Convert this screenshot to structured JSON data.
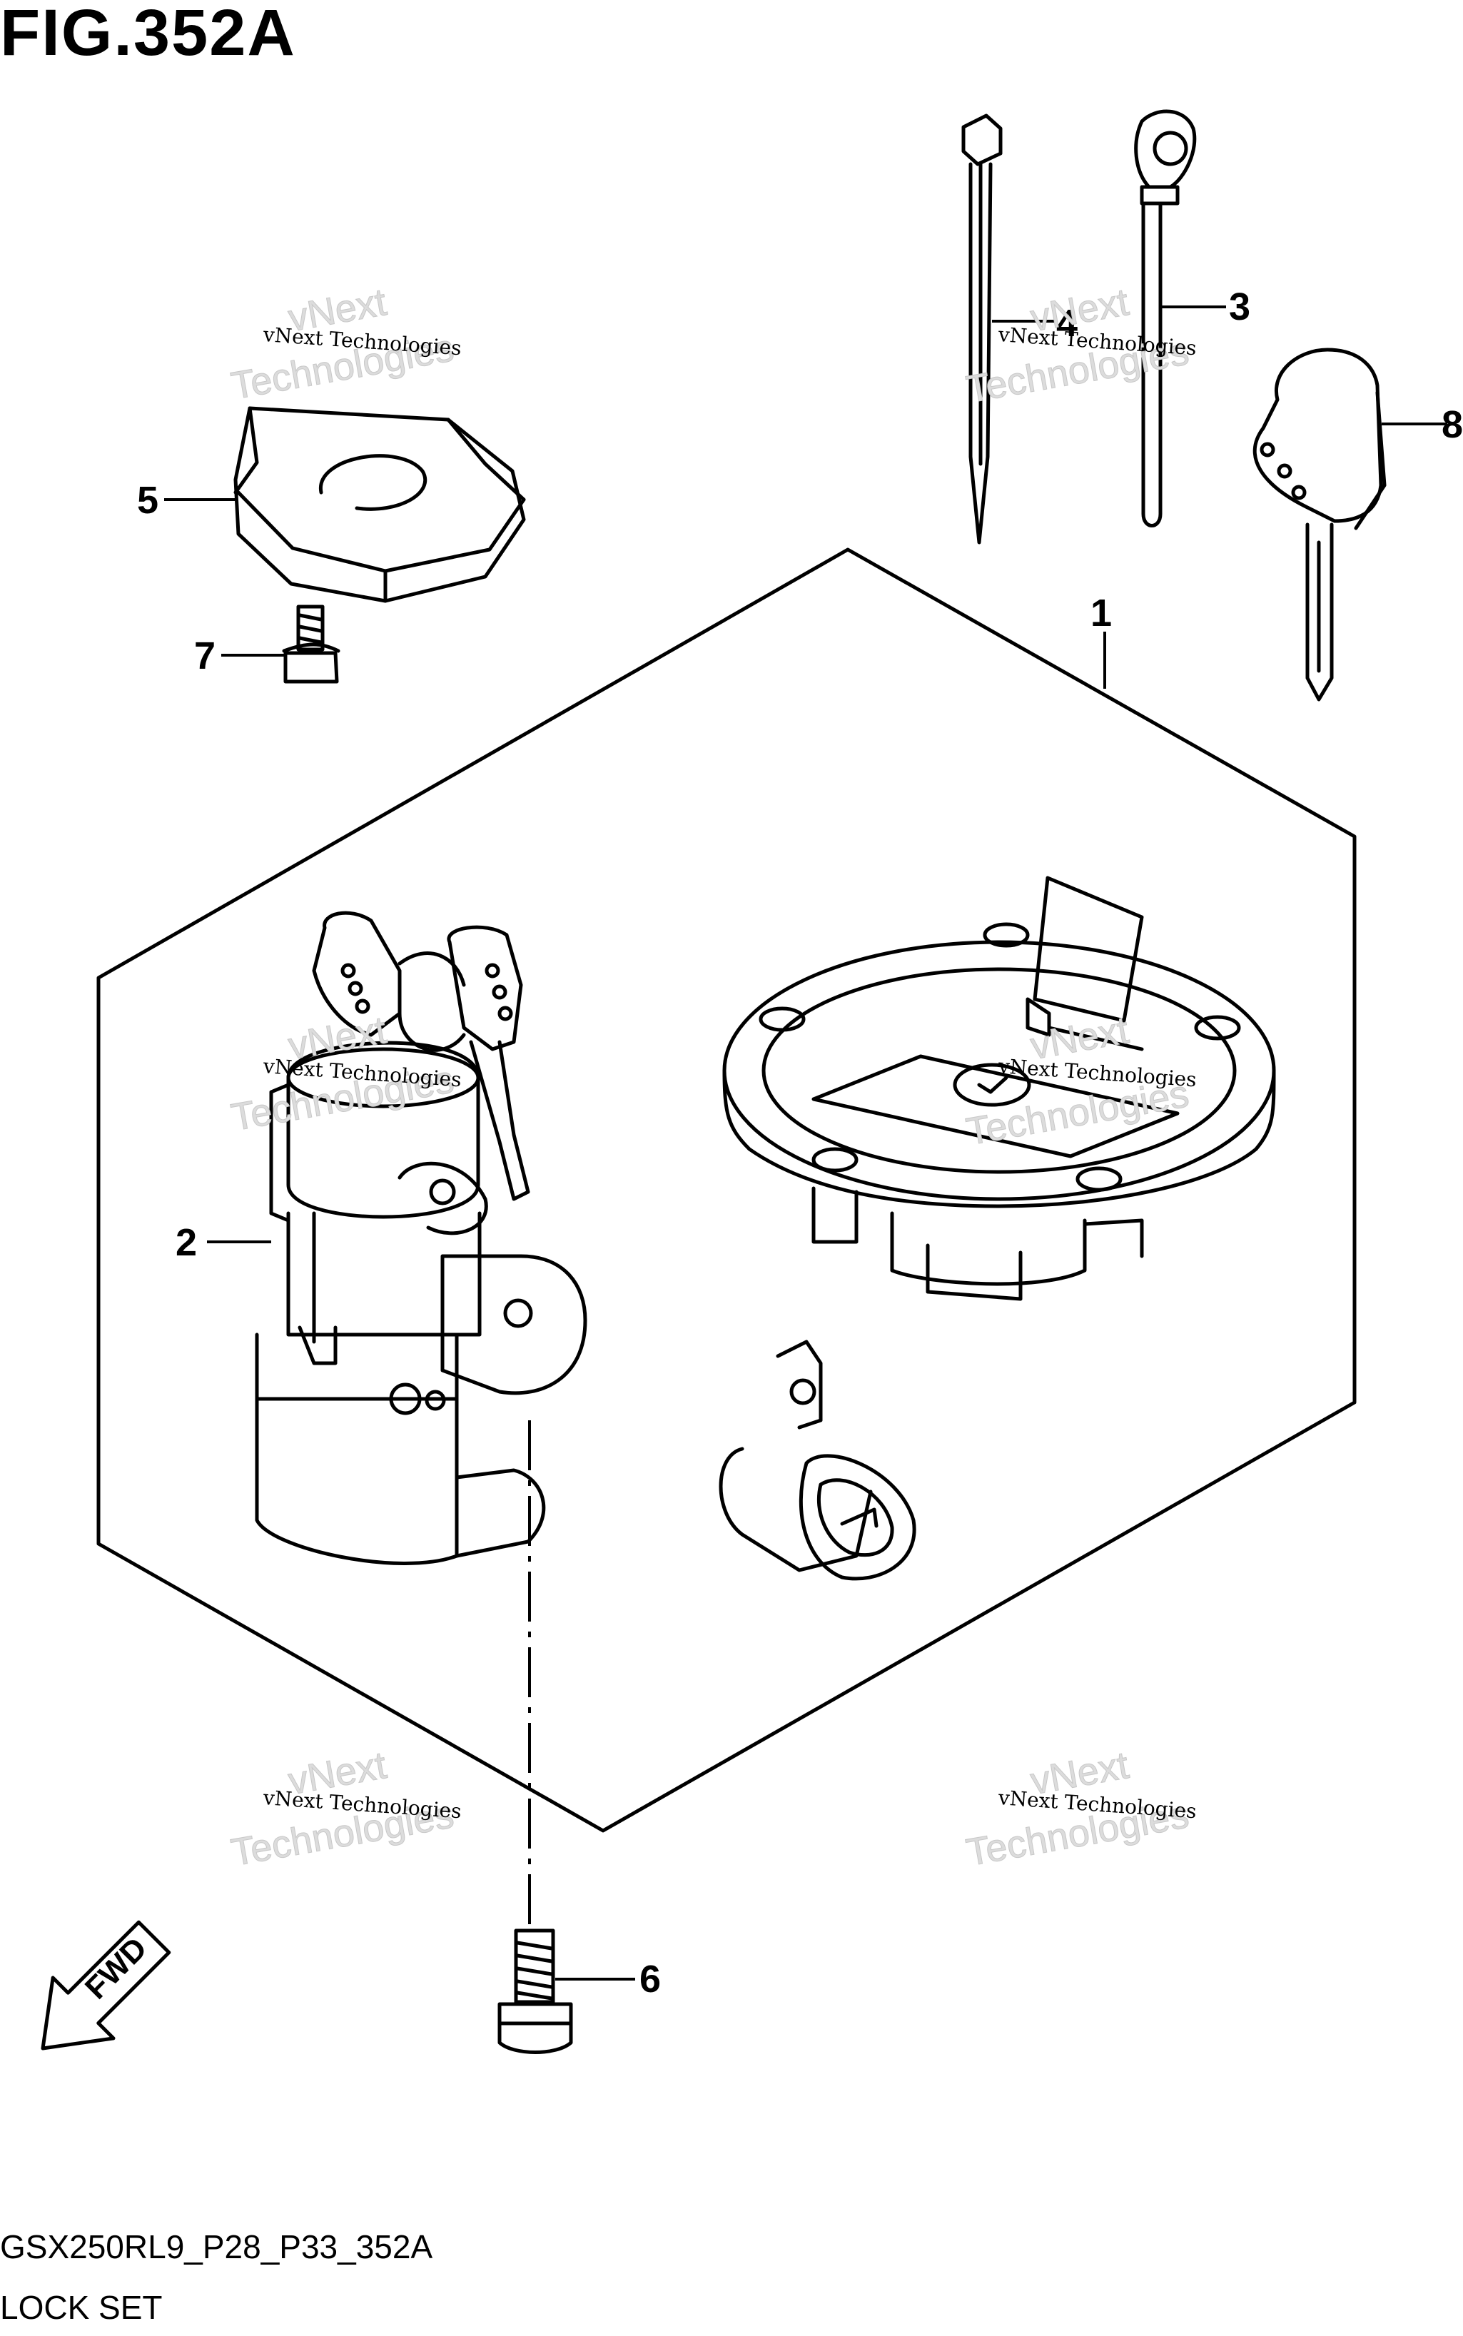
{
  "figure": {
    "title": "FIG.352A",
    "code": "GSX250RL9_P28_P33_352A",
    "name": "LOCK SET"
  },
  "callouts": [
    "1",
    "2",
    "3",
    "4",
    "5",
    "6",
    "7",
    "8"
  ],
  "fwd_label": "FWD",
  "watermark": {
    "line_a": "vNext Technologies",
    "line_b": "vNext",
    "line_c": "Technologies"
  }
}
